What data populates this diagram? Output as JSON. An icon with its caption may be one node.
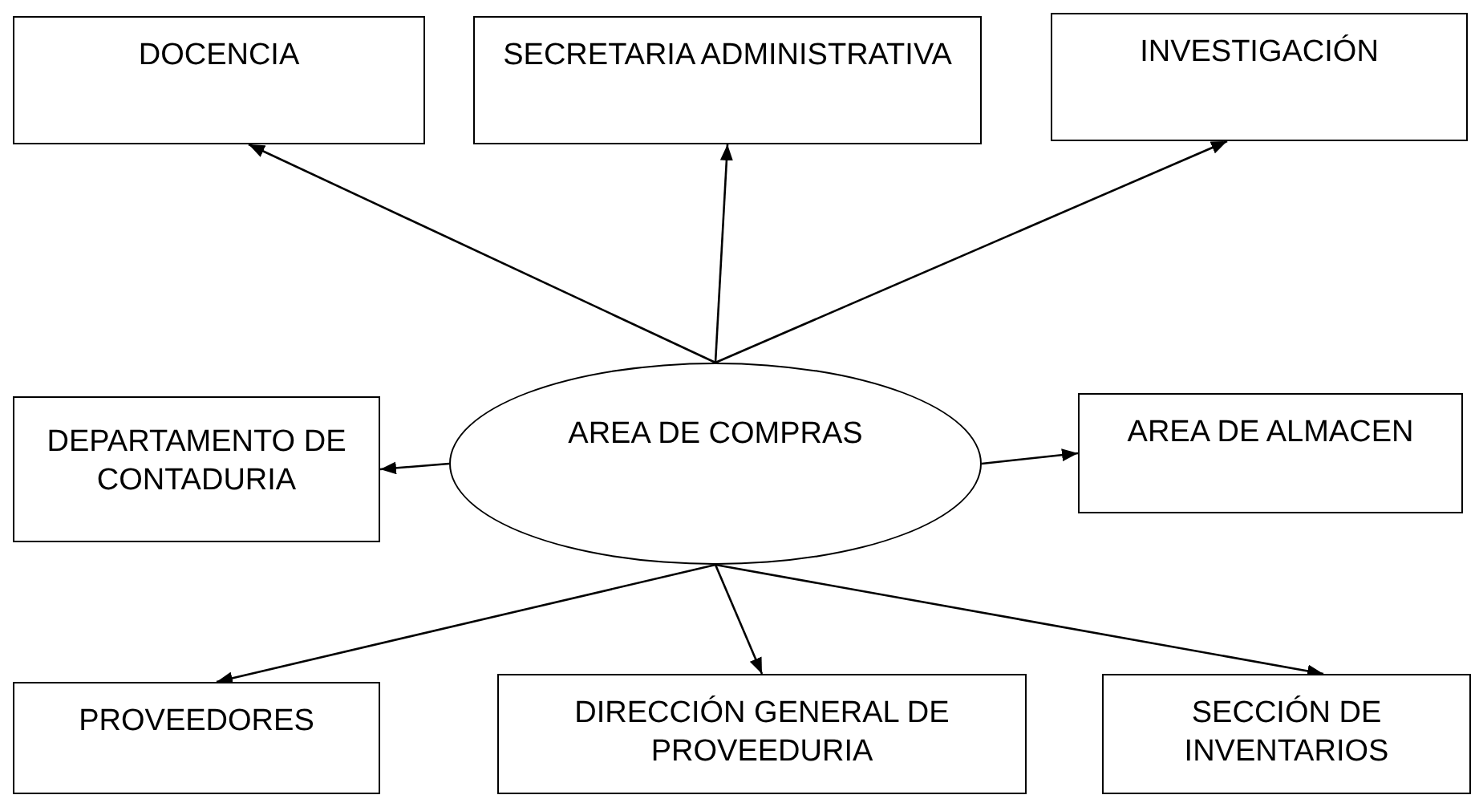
{
  "diagram": {
    "nodes": [
      {
        "text": [
          "DOCENCIA"
        ]
      },
      {
        "text": [
          "SECRETARIA ADMINISTRATIVA"
        ]
      },
      {
        "text": [
          "INVESTIGACIÓN"
        ]
      },
      {
        "text": [
          "DEPARTAMENTO DE CONTADURIA"
        ]
      },
      {
        "text": [
          "AREA DE COMPRAS"
        ]
      },
      {
        "text": [
          "AREA DE ALMACEN"
        ]
      },
      {
        "text": [
          "PROVEEDORES"
        ]
      },
      {
        "text": [
          "DIRECCIÓN GENERAL DE PROVEEDURIA"
        ]
      },
      {
        "text": [
          "SECCIÓN DE INVENTARIOS"
        ]
      }
    ],
    "edges": [
      {
        "from": 4,
        "to": 0,
        "arrow": "to"
      },
      {
        "from": 4,
        "to": 1,
        "arrow": "to"
      },
      {
        "from": 4,
        "to": 2,
        "arrow": "to"
      },
      {
        "from": 4,
        "to": 3,
        "arrow": "to"
      },
      {
        "from": 4,
        "to": 5,
        "arrow": "to"
      },
      {
        "from": 4,
        "to": 6,
        "arrow": "to"
      },
      {
        "from": 4,
        "to": 7,
        "arrow": "to"
      },
      {
        "from": 4,
        "to": 8,
        "arrow": "to"
      }
    ]
  }
}
